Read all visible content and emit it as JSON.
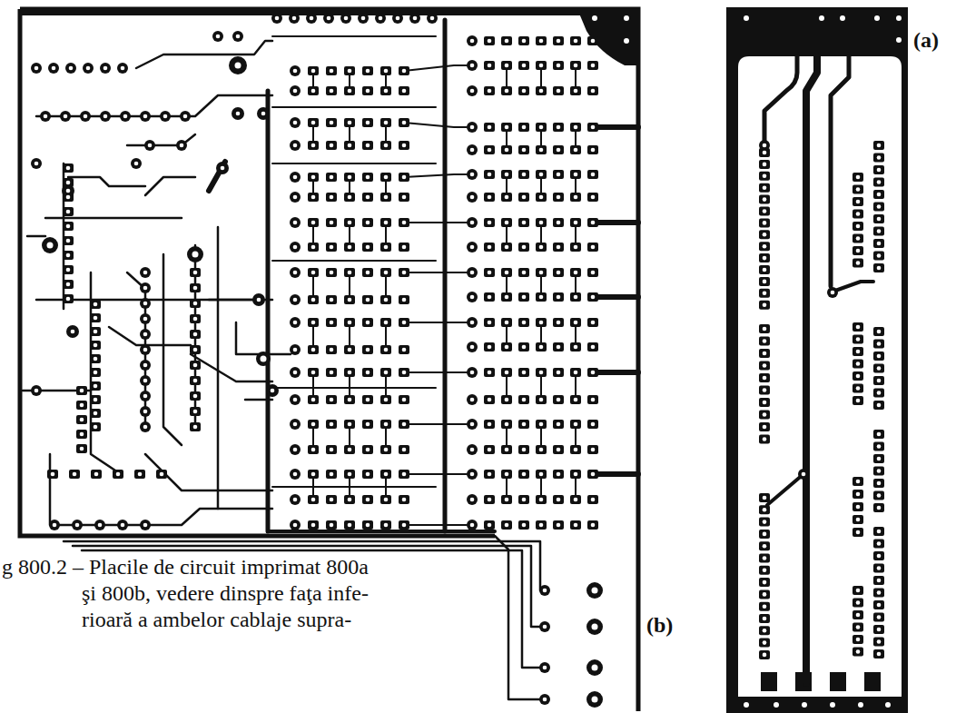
{
  "diagram": {
    "caption": "g 800.2 – Placile de circuit imprimat 800a şi 800b, vedere dinspre faţa infe- rioară a ambelor cablaje supra-",
    "labels": [
      "(a)",
      "(b)"
    ]
  }
}
